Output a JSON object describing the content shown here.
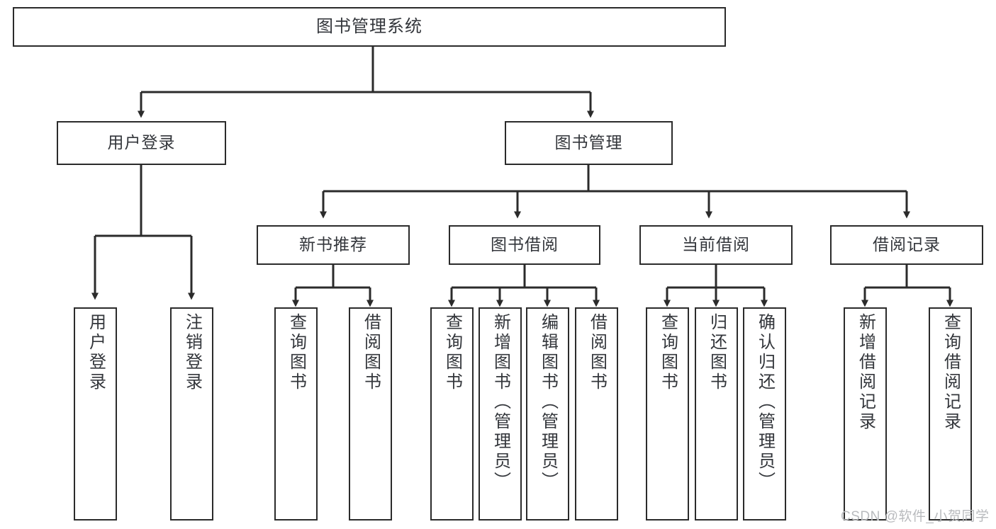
{
  "diagram": {
    "type": "tree",
    "title": "图书管理系统",
    "watermark": "CSDN @软件_小贺同学",
    "colors": {
      "border": "#2b2b2b",
      "fill": "#ffffff",
      "text": "#33363b",
      "connector": "#2b2b2b",
      "watermark": "#b9bbbe"
    },
    "nodes": {
      "root": {
        "label": "图书管理系统"
      },
      "level2": [
        {
          "id": "user-login",
          "label": "用户登录"
        },
        {
          "id": "book-manage",
          "label": "图书管理"
        }
      ],
      "level3": [
        {
          "id": "new-book-recommend",
          "label": "新书推荐"
        },
        {
          "id": "book-borrow",
          "label": "图书借阅"
        },
        {
          "id": "current-borrow",
          "label": "当前借阅"
        },
        {
          "id": "borrow-record",
          "label": "借阅记录"
        }
      ],
      "leaves": {
        "user-login": [
          {
            "id": "leaf-user-login",
            "label": "用户登录"
          },
          {
            "id": "leaf-logout",
            "label": "注销登录"
          }
        ],
        "new-book-recommend": [
          {
            "id": "leaf-query-book-1",
            "label": "查询图书"
          },
          {
            "id": "leaf-borrow-book-1",
            "label": "借阅图书"
          }
        ],
        "book-borrow": [
          {
            "id": "leaf-query-book-2",
            "label": "查询图书"
          },
          {
            "id": "leaf-add-book",
            "label": "新增图书（管理员）"
          },
          {
            "id": "leaf-edit-book",
            "label": "编辑图书（管理员）"
          },
          {
            "id": "leaf-borrow-book-2",
            "label": "借阅图书"
          }
        ],
        "current-borrow": [
          {
            "id": "leaf-query-book-3",
            "label": "查询图书"
          },
          {
            "id": "leaf-return-book",
            "label": "归还图书"
          },
          {
            "id": "leaf-confirm-return",
            "label": "确认归还（管理员）"
          }
        ],
        "borrow-record": [
          {
            "id": "leaf-add-record",
            "label": "新增借阅记录"
          },
          {
            "id": "leaf-query-record",
            "label": "查询借阅记录"
          }
        ]
      }
    },
    "edges": [
      {
        "from": "root",
        "to": "user-login"
      },
      {
        "from": "root",
        "to": "book-manage"
      },
      {
        "from": "book-manage",
        "to": "new-book-recommend"
      },
      {
        "from": "book-manage",
        "to": "book-borrow"
      },
      {
        "from": "book-manage",
        "to": "current-borrow"
      },
      {
        "from": "book-manage",
        "to": "borrow-record"
      },
      {
        "from": "user-login",
        "to": "leaf-user-login"
      },
      {
        "from": "user-login",
        "to": "leaf-logout"
      },
      {
        "from": "new-book-recommend",
        "to": "leaf-query-book-1"
      },
      {
        "from": "new-book-recommend",
        "to": "leaf-borrow-book-1"
      },
      {
        "from": "book-borrow",
        "to": "leaf-query-book-2"
      },
      {
        "from": "book-borrow",
        "to": "leaf-add-book"
      },
      {
        "from": "book-borrow",
        "to": "leaf-edit-book"
      },
      {
        "from": "book-borrow",
        "to": "leaf-borrow-book-2"
      },
      {
        "from": "current-borrow",
        "to": "leaf-query-book-3"
      },
      {
        "from": "current-borrow",
        "to": "leaf-return-book"
      },
      {
        "from": "current-borrow",
        "to": "leaf-confirm-return"
      },
      {
        "from": "borrow-record",
        "to": "leaf-add-record"
      },
      {
        "from": "borrow-record",
        "to": "leaf-query-record"
      }
    ]
  }
}
